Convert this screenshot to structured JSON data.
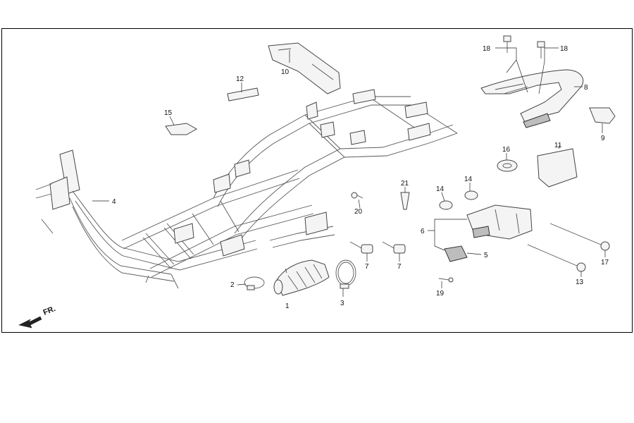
{
  "diagram": {
    "direction_label": "FR.",
    "parts": [
      {
        "id": "part-1",
        "number": "1",
        "name": "intake-duct"
      },
      {
        "id": "part-2",
        "number": "2",
        "name": "hose-clamp-small"
      },
      {
        "id": "part-3",
        "number": "3",
        "name": "hose-clamp-large"
      },
      {
        "id": "part-4",
        "number": "4",
        "name": "main-frame"
      },
      {
        "id": "part-5",
        "number": "5",
        "name": "rubber-mount"
      },
      {
        "id": "part-6",
        "number": "6",
        "name": "engine-hanger-bracket"
      },
      {
        "id": "part-7a",
        "number": "7",
        "name": "bushing-left"
      },
      {
        "id": "part-7b",
        "number": "7",
        "name": "bushing-right"
      },
      {
        "id": "part-8",
        "number": "8",
        "name": "rear-grab-rail"
      },
      {
        "id": "part-9",
        "number": "9",
        "name": "rail-end-cap"
      },
      {
        "id": "part-10",
        "number": "10",
        "name": "upper-bracket"
      },
      {
        "id": "part-11",
        "number": "11",
        "name": "side-plate"
      },
      {
        "id": "part-12",
        "number": "12",
        "name": "small-stay"
      },
      {
        "id": "part-13",
        "number": "13",
        "name": "long-bolt-lower"
      },
      {
        "id": "part-14a",
        "number": "14",
        "name": "collar-left"
      },
      {
        "id": "part-14b",
        "number": "14",
        "name": "collar-right"
      },
      {
        "id": "part-15",
        "number": "15",
        "name": "clip-plate"
      },
      {
        "id": "part-16",
        "number": "16",
        "name": "grommet"
      },
      {
        "id": "part-17",
        "number": "17",
        "name": "long-bolt-upper"
      },
      {
        "id": "part-18a",
        "number": "18",
        "name": "flange-bolt-left"
      },
      {
        "id": "part-18b",
        "number": "18",
        "name": "flange-bolt-right"
      },
      {
        "id": "part-19",
        "number": "19",
        "name": "small-screw"
      },
      {
        "id": "part-20",
        "number": "20",
        "name": "screw"
      },
      {
        "id": "part-21",
        "number": "21",
        "name": "push-clip"
      }
    ]
  }
}
